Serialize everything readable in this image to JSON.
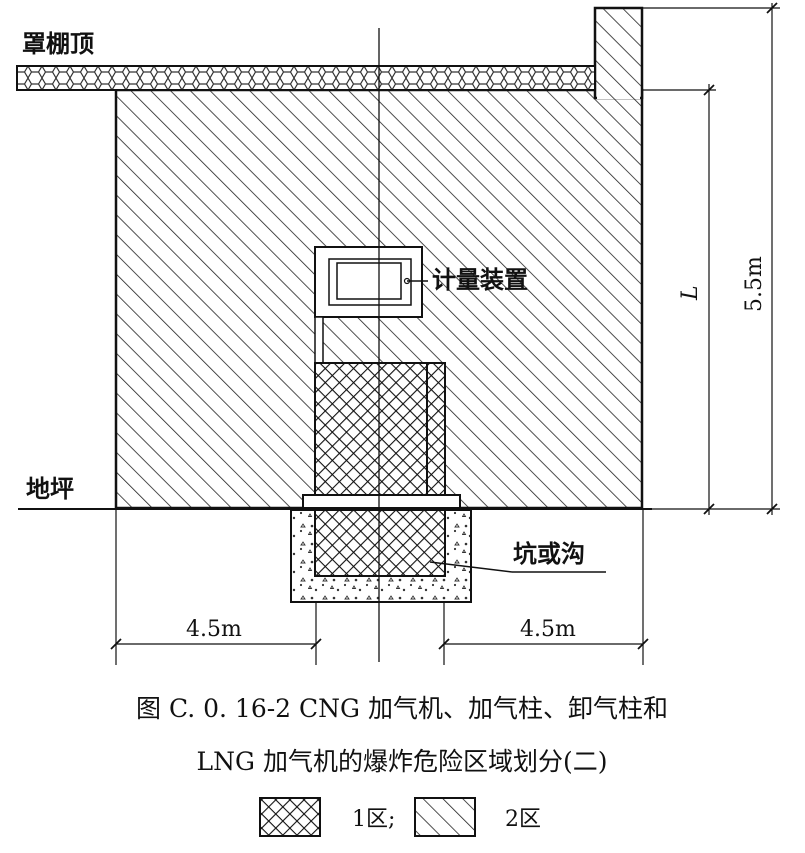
{
  "labels": {
    "canopy": "罩棚顶",
    "ground": "地坪",
    "meter": "计量装置",
    "pit": "坑或沟",
    "dim_left": "4.5m",
    "dim_right": "4.5m",
    "dim_height": "5.5m",
    "dim_L": "L"
  },
  "caption": {
    "line1": "图 C. 0. 16-2   CNG 加气机、加气柱、卸气柱和",
    "line2": "LNG 加气机的爆炸危险区域划分(二)"
  },
  "legend": {
    "zone1": "1区;",
    "zone2": "2区"
  }
}
